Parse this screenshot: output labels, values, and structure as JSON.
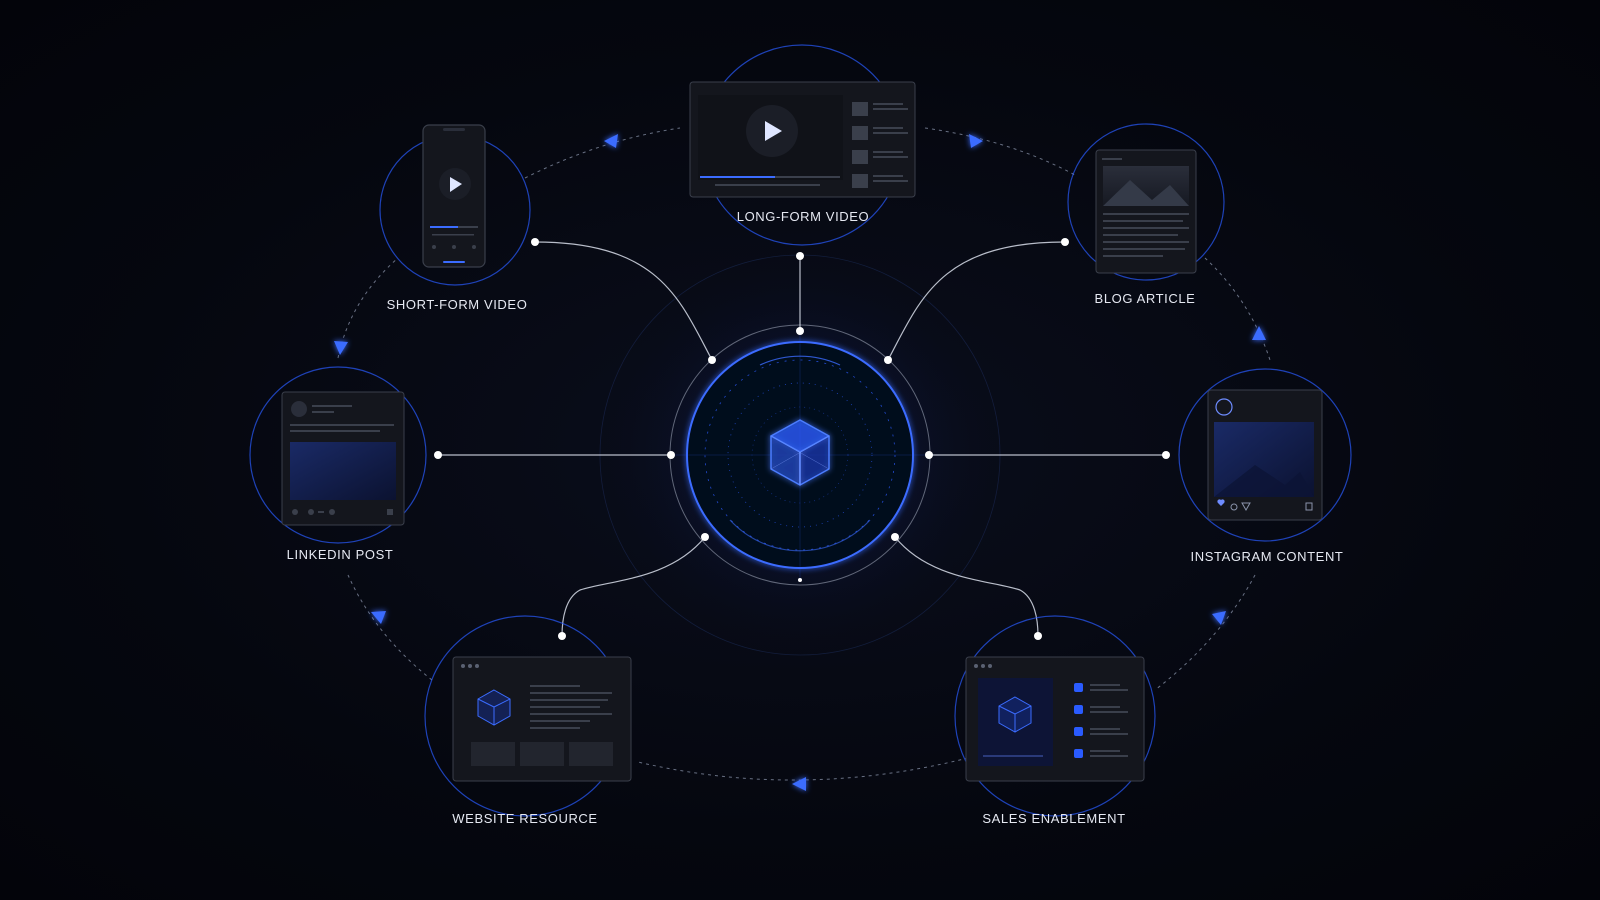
{
  "center": {
    "icon": "cube-icon"
  },
  "nodes": [
    {
      "id": "long_form_video",
      "label": "LONG-FORM VIDEO",
      "icon": "video-player-card"
    },
    {
      "id": "short_form_video",
      "label": "SHORT-FORM VIDEO",
      "icon": "smartphone-card"
    },
    {
      "id": "blog_article",
      "label": "BLOG ARTICLE",
      "icon": "article-document-card"
    },
    {
      "id": "linkedin_post",
      "label": "LINKEDIN POST",
      "icon": "social-post-card"
    },
    {
      "id": "instagram_content",
      "label": "INSTAGRAM CONTENT",
      "icon": "instagram-post-card"
    },
    {
      "id": "website_resource",
      "label": "WEBSITE RESOURCE",
      "icon": "browser-window-card"
    },
    {
      "id": "sales_enablement",
      "label": "SALES ENABLEMENT",
      "icon": "dashboard-card"
    }
  ],
  "colors": {
    "accent": "#3b6cff",
    "accent_glow": "#2a5bff",
    "connector": "#d8deea",
    "card_bg": "#14161d",
    "card_border": "#3a3f4b",
    "label": "#e6e9f2"
  }
}
